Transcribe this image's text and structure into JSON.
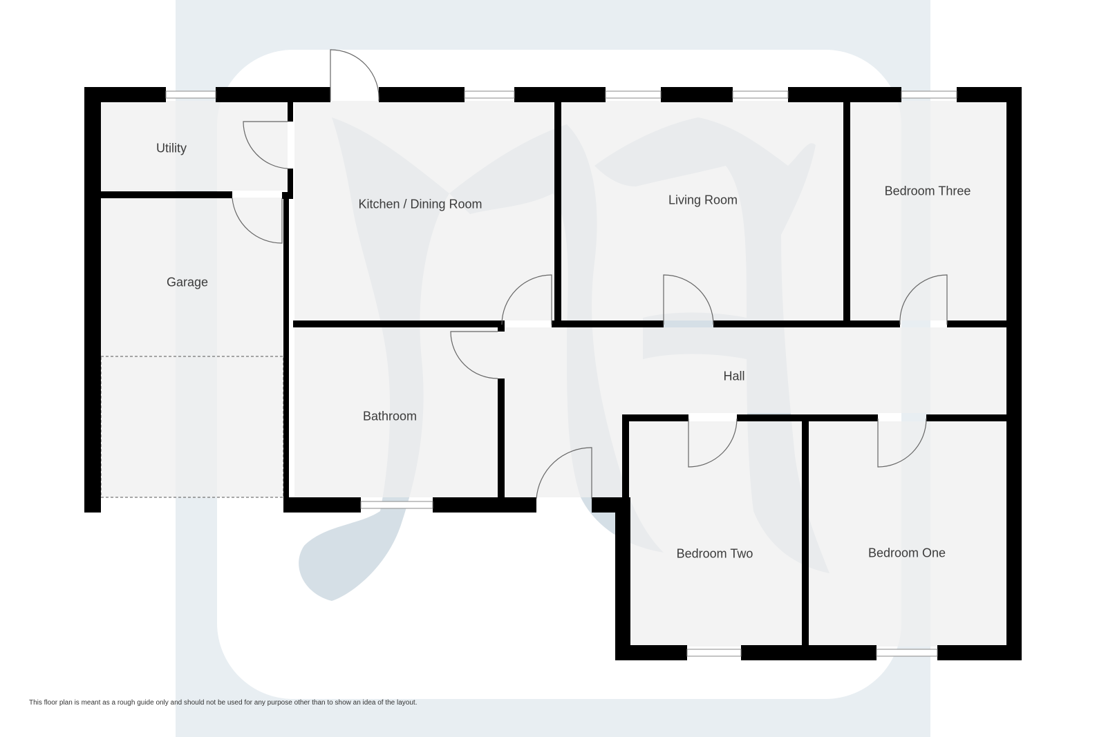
{
  "rooms": {
    "utility": "Utility",
    "kitchen_dining": "Kitchen / Dining Room",
    "living_room": "Living Room",
    "bedroom_three": "Bedroom Three",
    "garage": "Garage",
    "hall": "Hall",
    "bathroom": "Bathroom",
    "bedroom_two": "Bedroom Two",
    "bedroom_one": "Bedroom One"
  },
  "disclaimer": "This floor plan is meant as a rough guide only and should not be used for any purpose other than to show an idea of the layout.",
  "colors": {
    "wall": "#000000",
    "floor": "#efefef",
    "watermark": "#d5dfe6",
    "watermark_background": "#e8eef2",
    "door_line": "#666666",
    "window": "#bfc8d0"
  },
  "watermark_logo": "estate-agent-monogram"
}
